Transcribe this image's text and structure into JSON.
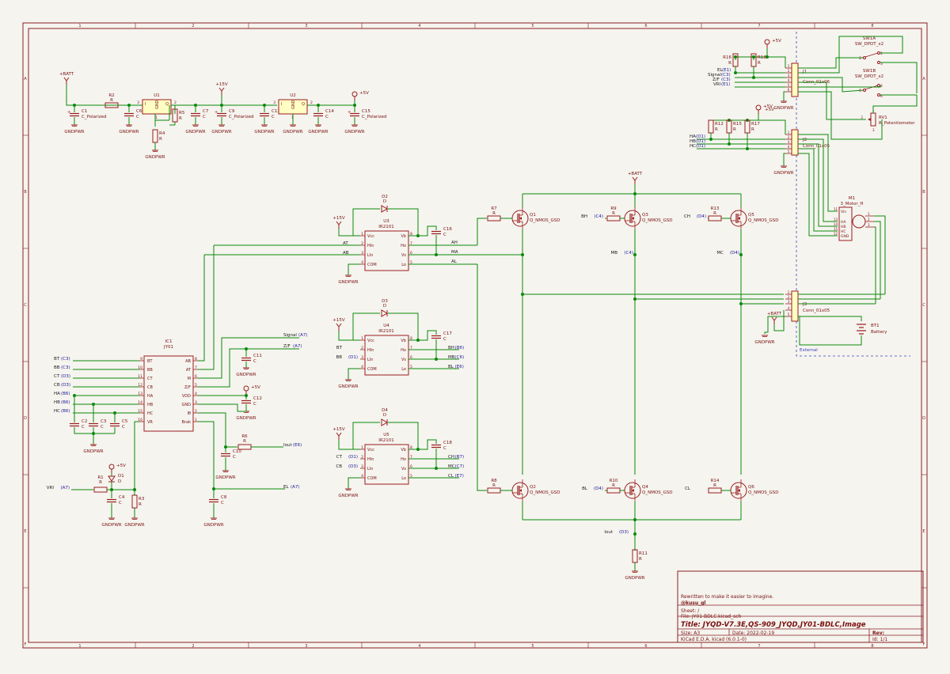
{
  "colors": {
    "wire": "#0a8a0a",
    "part": "#9a1c1c",
    "fill": "#ffffc4",
    "text": "#7a1010",
    "label": "#1a1a1a",
    "gref": "#1c1c9a",
    "frame": "#8a2020",
    "ext": "#4040c0",
    "bg": "#f5f4ef"
  },
  "frame": {
    "cols": [
      "1",
      "2",
      "3",
      "4",
      "5",
      "6",
      "7",
      "8"
    ],
    "rows": [
      "A",
      "B",
      "C",
      "D",
      "E",
      "F"
    ]
  },
  "components": {
    "C1": {
      "ref": "C1",
      "val": "C_Polarized"
    },
    "R2": {
      "ref": "R2",
      "val": "R"
    },
    "C6": {
      "ref": "C6",
      "val": "C"
    },
    "U1": {
      "ref": "U1",
      "gnd": "GND",
      "p3": "3",
      "p1": "1",
      "p2": "2",
      "iq": "I",
      "qq": "Q"
    },
    "R5": {
      "ref": "R5",
      "val": "R"
    },
    "R4": {
      "ref": "R4",
      "val": "R"
    },
    "C7": {
      "ref": "C7",
      "val": "C"
    },
    "C9": {
      "ref": "C9",
      "val": "C_Polarized"
    },
    "C13": {
      "ref": "C13",
      "val": "C"
    },
    "U2": {
      "ref": "U2",
      "gnd": "GND",
      "p3": "3",
      "p1": "1",
      "p2": "2",
      "iq": "I",
      "qq": "Q"
    },
    "C14": {
      "ref": "C14",
      "val": "C"
    },
    "C15": {
      "ref": "C15",
      "val": "C_Polarized"
    },
    "U3": {
      "ref": "U3",
      "val": "IR2101"
    },
    "U4": {
      "ref": "U4",
      "val": "IR2101"
    },
    "U5": {
      "ref": "U5",
      "val": "IR2101"
    },
    "D2": {
      "ref": "D2",
      "val": "D"
    },
    "D3": {
      "ref": "D3",
      "val": "D"
    },
    "D4": {
      "ref": "D4",
      "val": "D"
    },
    "C16": {
      "ref": "C16",
      "val": "C"
    },
    "C17": {
      "ref": "C17",
      "val": "C"
    },
    "C18": {
      "ref": "C18",
      "val": "C"
    },
    "R7": {
      "ref": "R7",
      "val": "R"
    },
    "R8": {
      "ref": "R8",
      "val": "R"
    },
    "R9": {
      "ref": "R9",
      "val": "R"
    },
    "R10": {
      "ref": "R10",
      "val": "R"
    },
    "R13": {
      "ref": "R13",
      "val": "R"
    },
    "R14": {
      "ref": "R14",
      "val": "R"
    },
    "R11": {
      "ref": "R11",
      "val": "R"
    },
    "Q1": {
      "ref": "Q1",
      "val": "Q_NMOS_GSD"
    },
    "Q2": {
      "ref": "Q2",
      "val": "Q_NMOS_GSD"
    },
    "Q3": {
      "ref": "Q3",
      "val": "Q_NMOS_GSD"
    },
    "Q4": {
      "ref": "Q4",
      "val": "Q_NMOS_GSD"
    },
    "Q5": {
      "ref": "Q5",
      "val": "Q_NMOS_GSD"
    },
    "Q6": {
      "ref": "Q6",
      "val": "Q_NMOS_GSD"
    },
    "IC1": {
      "ref": "IC1",
      "val": "JY01"
    },
    "C2": {
      "ref": "C2",
      "val": "C"
    },
    "C3": {
      "ref": "C3",
      "val": "C"
    },
    "C5": {
      "ref": "C5",
      "val": "C"
    },
    "C4": {
      "ref": "C4",
      "val": "C"
    },
    "R1": {
      "ref": "R1",
      "val": "R"
    },
    "D1": {
      "ref": "D1",
      "val": "D"
    },
    "R3": {
      "ref": "R3",
      "val": "R"
    },
    "C10": {
      "ref": "C10",
      "val": "C"
    },
    "C8": {
      "ref": "C8",
      "val": "C"
    },
    "R6": {
      "ref": "R6",
      "val": "R"
    },
    "C11": {
      "ref": "C11",
      "val": "C"
    },
    "C12": {
      "ref": "C12",
      "val": "C"
    },
    "R16": {
      "ref": "R16",
      "val": "R"
    },
    "R18": {
      "ref": "R18",
      "val": "R"
    },
    "R12": {
      "ref": "R12",
      "val": "R"
    },
    "R15": {
      "ref": "R15",
      "val": "R"
    },
    "R17": {
      "ref": "R17",
      "val": "R"
    },
    "J1": {
      "ref": "J1",
      "val": "Conn_01x06"
    },
    "J2": {
      "ref": "J2",
      "val": "Conn_01x05"
    },
    "J3": {
      "ref": "J3",
      "val": "Conn_01x05"
    },
    "SW1A": {
      "ref": "SW1A",
      "val": "SW_DPDT_x2"
    },
    "SW1B": {
      "ref": "SW1B",
      "val": "SW_DPDT_x2"
    },
    "RV1": {
      "ref": "RV1",
      "val": "R_Potentiometer"
    },
    "M1": {
      "ref": "M1",
      "val": "3_Motor_H"
    },
    "BT1": {
      "ref": "BT1",
      "val": "Battery"
    }
  },
  "ir2101": {
    "pins_left": [
      [
        "1",
        "Vcc"
      ],
      [
        "2",
        "HIn"
      ],
      [
        "3",
        "LIn"
      ],
      [
        "4",
        "COM"
      ]
    ],
    "pins_right": [
      [
        "8",
        "Vb"
      ],
      [
        "7",
        "Ho"
      ],
      [
        "6",
        "Vs"
      ],
      [
        "5",
        "Lo"
      ]
    ]
  },
  "jy01": {
    "left_pins": [
      [
        "BT",
        "9"
      ],
      [
        "BB",
        "10"
      ],
      [
        "CT",
        "11"
      ],
      [
        "CB",
        "12"
      ],
      [
        "HA",
        "13"
      ],
      [
        "HB",
        "14"
      ],
      [
        "HC",
        "15"
      ],
      [
        "VR",
        "16"
      ]
    ],
    "right_pins": [
      [
        "AB",
        "8"
      ],
      [
        "AT",
        "7"
      ],
      [
        "M",
        "6"
      ],
      [
        "Z/F",
        "5"
      ],
      [
        "VDD",
        "4"
      ],
      [
        "GND",
        "3"
      ],
      [
        "Iθ",
        "2"
      ],
      [
        "Brak",
        "1"
      ]
    ]
  },
  "motor_pins": {
    "left": [
      [
        "Vin",
        "11"
      ],
      [
        "HA",
        "13"
      ],
      [
        "HB",
        "14"
      ],
      [
        "HC",
        "15"
      ],
      [
        "GND",
        "12"
      ]
    ],
    "right": [
      "1",
      "2",
      "3"
    ]
  },
  "j1_pins": [
    "1",
    "2",
    "3",
    "4",
    "5",
    "6"
  ],
  "j2_pins": [
    "1",
    "2",
    "3",
    "4",
    "5"
  ],
  "j3_pins": [
    "1",
    "2",
    "3",
    "4",
    "5"
  ],
  "sw_pins": {
    "a": [
      "2",
      "1",
      "3"
    ],
    "b": [
      "5",
      "4",
      "6"
    ]
  },
  "rv_pins": [
    "1",
    "2",
    "3"
  ],
  "power": {
    "batt": "+BATT",
    "v15": "+15V",
    "v5": "+5V",
    "gnd": "GNDPWR"
  },
  "nets": {
    "AT": "AT",
    "AB": "AB",
    "AH": "AH",
    "MA": "MA",
    "AL": "AL",
    "BT": "BT",
    "BB": "BB",
    "BH": "BH",
    "MB": "MB",
    "BL": "BL",
    "CT": "CT",
    "CB": "CB",
    "CH": "CH",
    "MC": "MC",
    "CL": "CL",
    "HA": "HA",
    "HB": "HB",
    "HC": "HC",
    "VRI": "VRI",
    "EL": "EL",
    "Signal": "Signal",
    "ZF": "Z/F",
    "Iout": "Iout"
  },
  "grefs": {
    "A7": "(A7)",
    "B6": "(B6)",
    "B7": "(B7)",
    "C3": "(C3)",
    "C4": "(C4)",
    "C6": "(C6)",
    "C7": "(C7)",
    "D1": "(D1)",
    "D3": "(D3)",
    "D4": "(D4)",
    "E1": "(E1)",
    "E6": "(E6)",
    "E7": "(E7)"
  },
  "external": "External",
  "titleblock": {
    "comment": "Rewritten to make it easier to imagine.",
    "author": "@kusu_gl",
    "sheet": "Sheet: /",
    "file": "File: JY01-BDLC.kicad_sch",
    "title": "Title:  JYQD-V7.3E,QS-909_JYQD,JY01-BDLC,Image",
    "size": "Size: A3",
    "date": "Date: 2022-02-19",
    "rev": "Rev:",
    "tool": "KiCad E.D.A.  kicad (6.0.1-0)",
    "id": "Id: 1/1"
  }
}
